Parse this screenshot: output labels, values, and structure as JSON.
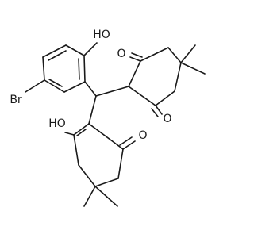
{
  "molecule": {
    "atom_labels": {
      "hydroxy_top": "HO",
      "bromine": "Br",
      "hydroxy_left": "HO",
      "oxo_top": "O",
      "oxo_right": "O",
      "oxo_bottom": "O"
    }
  }
}
